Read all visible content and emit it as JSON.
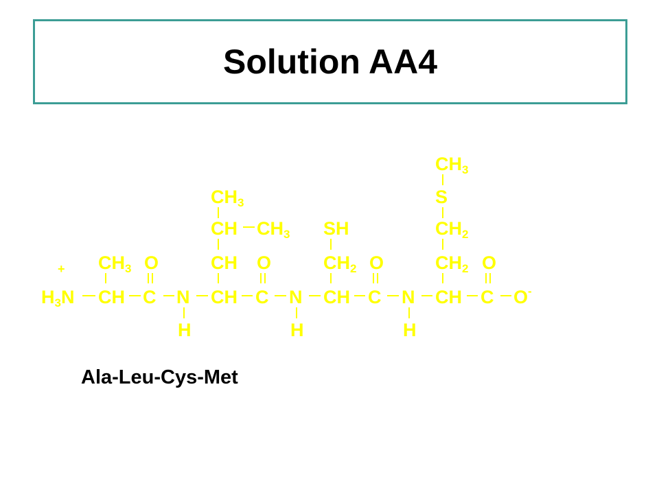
{
  "slide": {
    "title": "Solution AA4",
    "caption": "Ala-Leu-Cys-Met"
  },
  "structure": {
    "color": "#ffff00",
    "groups": [
      {
        "key": "h3n",
        "parts": [
          "H",
          "3",
          "N"
        ]
      },
      {
        "key": "ca1",
        "parts": [
          "CH"
        ]
      },
      {
        "key": "c1",
        "parts": [
          "C"
        ]
      },
      {
        "key": "n2",
        "parts": [
          "N"
        ]
      },
      {
        "key": "ca2",
        "parts": [
          "CH"
        ]
      },
      {
        "key": "c2",
        "parts": [
          "C"
        ]
      },
      {
        "key": "n3",
        "parts": [
          "N"
        ]
      },
      {
        "key": "ca3",
        "parts": [
          "CH"
        ]
      },
      {
        "key": "c3",
        "parts": [
          "C"
        ]
      },
      {
        "key": "n4",
        "parts": [
          "N"
        ]
      },
      {
        "key": "ca4",
        "parts": [
          "CH"
        ]
      },
      {
        "key": "c4",
        "parts": [
          "C"
        ]
      },
      {
        "key": "o_term",
        "parts": [
          "O",
          "-"
        ]
      },
      {
        "key": "plus",
        "parts": [
          "+"
        ]
      },
      {
        "key": "ala_ch3",
        "parts": [
          "CH",
          "3"
        ]
      },
      {
        "key": "o1",
        "parts": [
          "O"
        ]
      },
      {
        "key": "h2",
        "parts": [
          "H"
        ]
      },
      {
        "key": "leu_cb",
        "parts": [
          "CH"
        ]
      },
      {
        "key": "leu_cg",
        "parts": [
          "CH"
        ]
      },
      {
        "key": "leu_cd1",
        "parts": [
          "CH",
          "3"
        ]
      },
      {
        "key": "leu_cd2",
        "parts": [
          "CH",
          "3"
        ]
      },
      {
        "key": "o2",
        "parts": [
          "O"
        ]
      },
      {
        "key": "h3",
        "parts": [
          "H"
        ]
      },
      {
        "key": "cys_ch2",
        "parts": [
          "CH",
          "2"
        ]
      },
      {
        "key": "cys_sh",
        "parts": [
          "SH"
        ]
      },
      {
        "key": "o3",
        "parts": [
          "O"
        ]
      },
      {
        "key": "h4",
        "parts": [
          "H"
        ]
      },
      {
        "key": "met_cb",
        "parts": [
          "CH",
          "2"
        ]
      },
      {
        "key": "met_cg",
        "parts": [
          "CH",
          "2"
        ]
      },
      {
        "key": "met_s",
        "parts": [
          "S"
        ]
      },
      {
        "key": "met_ce",
        "parts": [
          "CH",
          "3"
        ]
      },
      {
        "key": "o4",
        "parts": [
          "O"
        ]
      }
    ]
  }
}
